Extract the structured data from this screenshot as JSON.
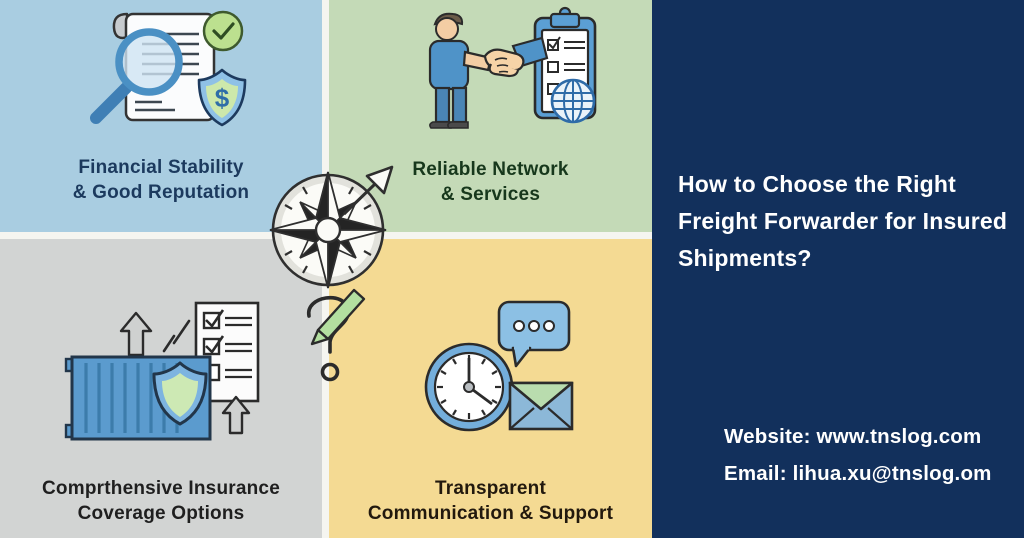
{
  "quadrants": [
    {
      "id": "financial",
      "lines": [
        "Financial Stability",
        "& Good Reputation"
      ],
      "icon": "document-magnifier-shield-icon",
      "bg": "#a9cde1",
      "text_color": "#1c3a5e"
    },
    {
      "id": "network",
      "lines": [
        "Reliable Network",
        "& Services"
      ],
      "icon": "handshake-clipboard-globe-icon",
      "bg": "#c4dab7",
      "text_color": "#17381c"
    },
    {
      "id": "insurance",
      "lines": [
        "Comprthensive Insurance",
        "Coverage Options"
      ],
      "icon": "container-shield-checklist-icon",
      "bg": "#d2d4d3",
      "text_color": "#1f1f1f"
    },
    {
      "id": "communication",
      "lines": [
        "Transparent",
        "Communication & Support"
      ],
      "icon": "clock-chat-envelope-icon",
      "bg": "#f4da93",
      "text_color": "#22190e"
    }
  ],
  "center": {
    "compass_icon": "compass-rose-icon",
    "question_icon": "question-mark-pencil-icon"
  },
  "panel": {
    "bg": "#12305c",
    "title_lines": [
      "How to Choose the Right",
      "Freight Forwarder for Insured",
      "Shipments?"
    ],
    "website": "Website: www.tnslog.com",
    "email": "Email: lihua.xu@tnslog.om"
  }
}
